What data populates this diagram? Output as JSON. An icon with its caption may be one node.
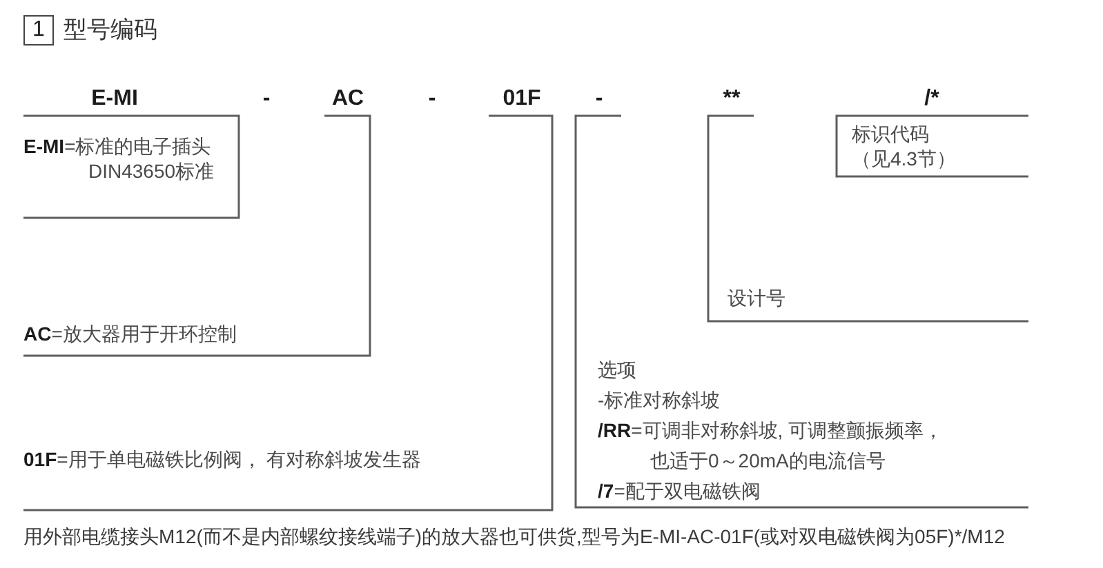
{
  "diagram": {
    "title": "型号编码",
    "nodes": [
      {
        "text": [
          "01F",
          "**01F**=用于单电磁铁比例阀， 有对称斜坡发生器"
        ]
      },
      {
        "text": [
          "AC",
          "**AC**=放大器用于开环控制"
        ],
        "in": 0
      },
      {
        "text": [
          "E-MI",
          "**E-MI**=标准的电子插头DIN43650标准"
        ],
        "in": 1
      },
      {
        "text": [
          "-",
          "选项",
          "-标准对称斜坡",
          "**/RR**=可调非对称斜坡, 可调整颤振频率，也适于0～20mA的电流信号",
          "**/7**=配于双电磁铁阀"
        ]
      },
      {
        "text": [
          "**",
          "设计号"
        ],
        "in": 3
      },
      {
        "text": [
          "/*",
          "标识代码（见4.3节）"
        ],
        "in": 4
      }
    ],
    "labels": [
      "1",
      "-",
      "-",
      "用外部电缆接头M12(而不是内部螺纹接线端子)的放大器也可供货,型号为E-MI-AC-01F(或对双电磁铁阀为05F)*/M12"
    ]
  }
}
